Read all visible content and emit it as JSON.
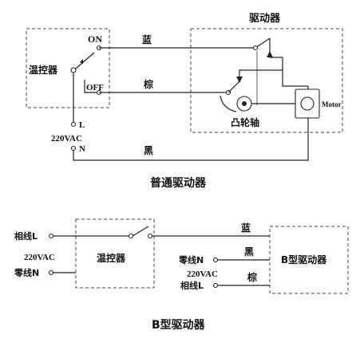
{
  "top": {
    "driver_title": "驱动器",
    "thermostat": "温控器",
    "on": "ON",
    "off": "OFF",
    "wire_blue": "蓝",
    "wire_brown": "棕",
    "wire_black": "黑",
    "terminal_l": "L",
    "terminal_n": "N",
    "voltage": "220VAC",
    "cam": "凸轮轴",
    "motor": "Motor",
    "caption": "普通驱动器"
  },
  "bottom": {
    "live_l": "相线L",
    "voltage_left": "220VAC",
    "neutral_n": "零线N",
    "thermostat": "温控器",
    "wire_blue": "蓝",
    "wire_black": "黑",
    "wire_brown": "棕",
    "driver_neutral": "零线N",
    "voltage_right": "220VAC",
    "driver_live": "相线L",
    "driver_box": "B型驱动器",
    "caption": "B型驱动器"
  }
}
